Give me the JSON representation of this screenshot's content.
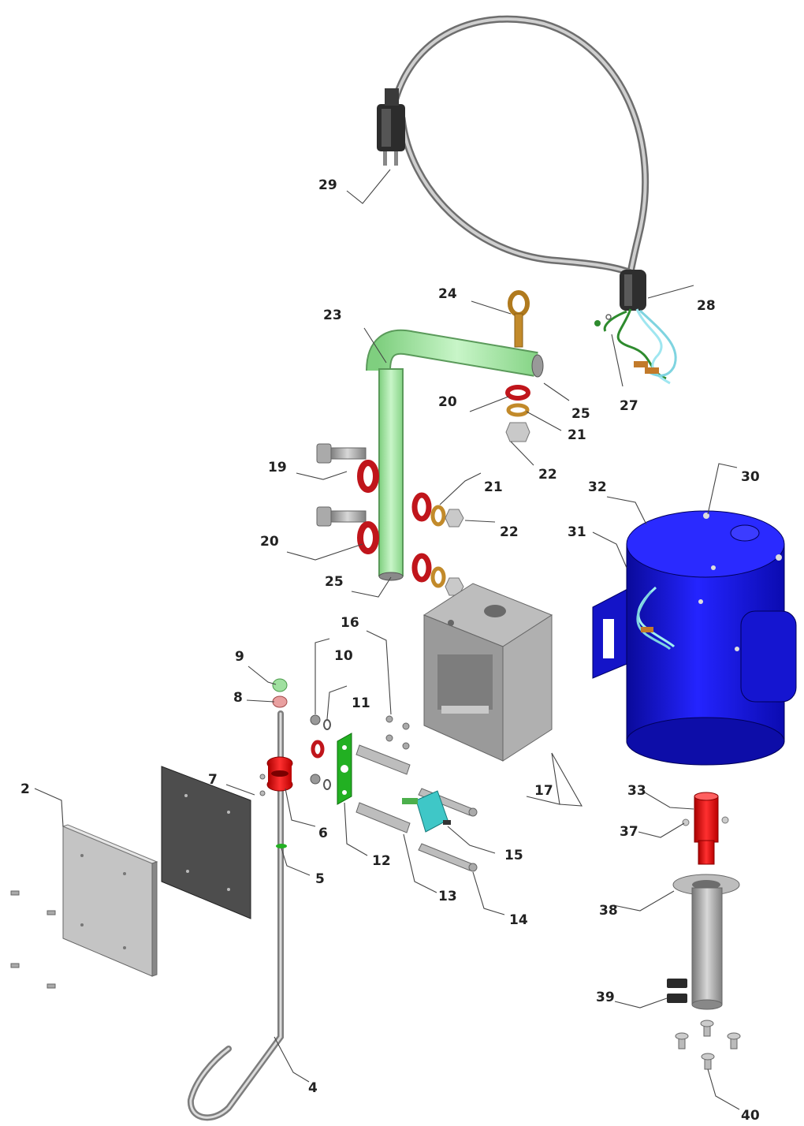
{
  "diagram": {
    "parts": [
      {
        "id": "p29",
        "label": "29",
        "component": "power-plug",
        "color": "#333333"
      },
      {
        "id": "p28",
        "label": "28",
        "component": "strain-relief-cord",
        "color": "#3a3a3a"
      },
      {
        "id": "p27",
        "label": "27",
        "component": "wire-leads",
        "color": "#2e8b2e"
      },
      {
        "id": "p24",
        "label": "24",
        "component": "eye-bolt",
        "color": "#c28a2a"
      },
      {
        "id": "p23",
        "label": "23",
        "component": "handle-tube",
        "color": "#a8e6a8"
      },
      {
        "id": "p25a",
        "label": "25",
        "component": "tube-end-top",
        "color": "#888888"
      },
      {
        "id": "p20a",
        "label": "20",
        "component": "red-washer-top",
        "color": "#c0151b"
      },
      {
        "id": "p21a",
        "label": "21",
        "component": "bronze-washer-top",
        "color": "#c28a2a"
      },
      {
        "id": "p22a",
        "label": "22",
        "component": "hex-nut-top",
        "color": "#bbbbbb"
      },
      {
        "id": "p19",
        "label": "19",
        "component": "hex-bolts",
        "color": "#aaaaaa"
      },
      {
        "id": "p20b",
        "label": "20",
        "component": "red-washers",
        "color": "#c0151b"
      },
      {
        "id": "p21b",
        "label": "21",
        "component": "bronze-washers",
        "color": "#c28a2a"
      },
      {
        "id": "p22b",
        "label": "22",
        "component": "hex-nuts",
        "color": "#bbbbbb"
      },
      {
        "id": "p25b",
        "label": "25",
        "component": "tube-end-bottom",
        "color": "#888888"
      },
      {
        "id": "p30",
        "label": "30",
        "component": "motor-screw",
        "color": "#bbbbbb"
      },
      {
        "id": "p32",
        "label": "32",
        "component": "motor-cover",
        "color": "#1a1ae0"
      },
      {
        "id": "p31",
        "label": "31",
        "component": "motor-wiring",
        "color": "#1a1ae0"
      },
      {
        "id": "p16",
        "label": "16",
        "component": "small-screws",
        "color": "#aaaaaa"
      },
      {
        "id": "p10",
        "label": "10",
        "component": "nut",
        "color": "#aaaaaa"
      },
      {
        "id": "p9",
        "label": "9",
        "component": "green-cap",
        "color": "#9fe09f"
      },
      {
        "id": "p11",
        "label": "11",
        "component": "o-ring",
        "color": "#666666"
      },
      {
        "id": "p8",
        "label": "8",
        "component": "pink-cap",
        "color": "#e9a0a0"
      },
      {
        "id": "p17",
        "label": "17",
        "component": "junction-box",
        "color": "#9a9a9a"
      },
      {
        "id": "p7",
        "label": "7",
        "component": "set-screw",
        "color": "#aaaaaa"
      },
      {
        "id": "p2",
        "label": "2",
        "component": "cover-plate",
        "color": "#c4c4c4"
      },
      {
        "id": "p33",
        "label": "33",
        "component": "coupling",
        "color": "#e01010"
      },
      {
        "id": "p6",
        "label": "6",
        "component": "red-collar",
        "color": "#d81b1b"
      },
      {
        "id": "p37",
        "label": "37",
        "component": "coupling-set-screw",
        "color": "#bbbbbb"
      },
      {
        "id": "p12",
        "label": "12",
        "component": "green-bracket",
        "color": "#22b022"
      },
      {
        "id": "p15",
        "label": "15",
        "component": "switch",
        "color": "#3fc7c7"
      },
      {
        "id": "p5",
        "label": "5",
        "component": "green-clip",
        "color": "#22b022"
      },
      {
        "id": "p13",
        "label": "13",
        "component": "standoff-rods",
        "color": "#aaaaaa"
      },
      {
        "id": "p38",
        "label": "38",
        "component": "mounting-sleeve",
        "color": "#9d9d9d"
      },
      {
        "id": "p14",
        "label": "14",
        "component": "long-screws",
        "color": "#aaaaaa"
      },
      {
        "id": "p39",
        "label": "39",
        "component": "sleeve-screws",
        "color": "#333333"
      },
      {
        "id": "p4",
        "label": "4",
        "component": "probe-rod",
        "color": "#b0b0b0"
      },
      {
        "id": "p40",
        "label": "40",
        "component": "base-screws",
        "color": "#bbbbbb"
      }
    ]
  }
}
